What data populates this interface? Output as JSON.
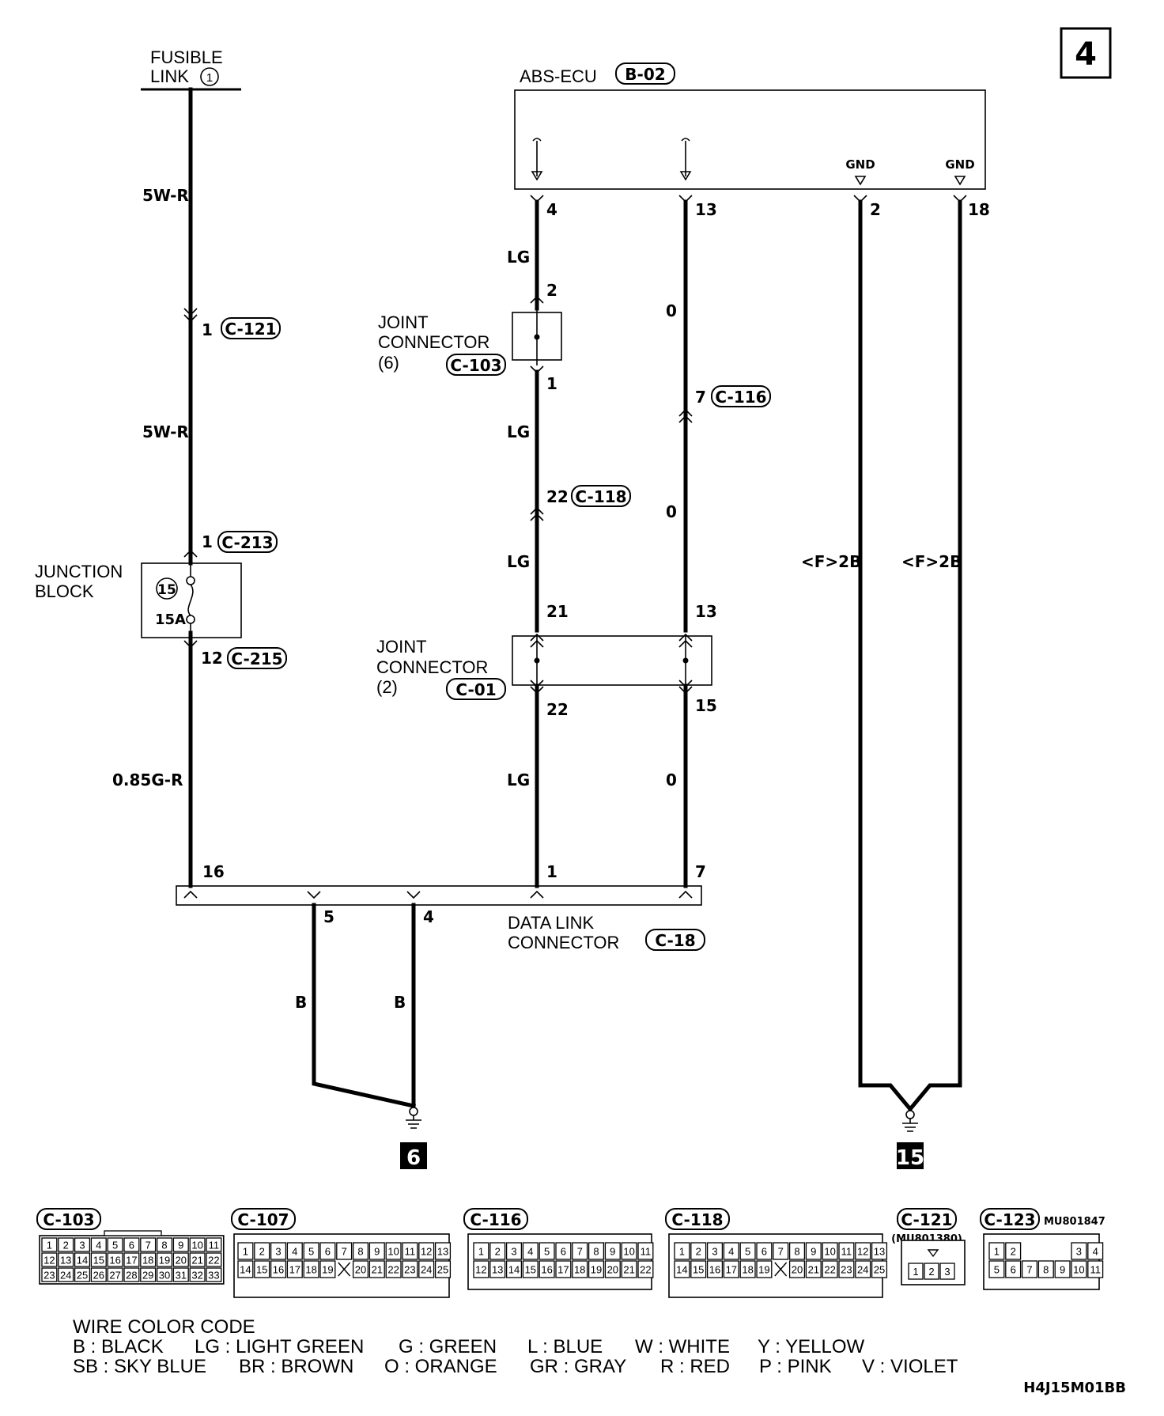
{
  "page_number": "4",
  "doc_code": "H4J15M01BB",
  "fusible_link": {
    "line1": "FUSIBLE",
    "line2": "LINK",
    "num": "1"
  },
  "abs_ecu": {
    "label": "ABS-ECU",
    "conn": "B-02",
    "gnd1": "GND",
    "gnd2": "GND",
    "pins": [
      "4",
      "13",
      "2",
      "18"
    ]
  },
  "left_wire": {
    "w1": "5W-R",
    "c121_pin": "1",
    "c121": "C-121",
    "w2": "5W-R",
    "c213_pin": "1",
    "c213": "C-213",
    "jb_line1": "JUNCTION",
    "jb_line2": "BLOCK",
    "fuse_num": "15",
    "fuse_amp": "15A",
    "c215_pin": "12",
    "c215": "C-215",
    "w3": "0.85G-R",
    "dlc_pin": "16"
  },
  "lg_wire": {
    "w1": "LG",
    "jc6_top_pin": "2",
    "jc6_line1": "JOINT",
    "jc6_line2": "CONNECTOR",
    "jc6_num": "(6)",
    "jc6_conn": "C-103",
    "jc6_bot_pin": "1",
    "w2": "LG",
    "c118_pin": "22",
    "c118": "C-118",
    "w3": "LG",
    "jc2_top_pin": "21",
    "jc2_line1": "JOINT",
    "jc2_line2": "CONNECTOR",
    "jc2_num": "(2)",
    "jc2_conn": "C-01",
    "jc2_bot_pin": "22",
    "w4": "LG",
    "dlc_pin": "1"
  },
  "o_wire": {
    "w1": "0",
    "c116_pin": "7",
    "c116": "C-116",
    "w2": "0",
    "jc2_top_pin": "13",
    "jc2_bot_pin": "15",
    "w3": "0",
    "dlc_pin": "7"
  },
  "gnd_wires": {
    "ref1": "<F>2B",
    "ref2": "<F>2B",
    "ground_num": "15"
  },
  "dlc": {
    "line1": "DATA LINK",
    "line2": "CONNECTOR",
    "conn": "C-18",
    "pin5": "5",
    "pin4": "4",
    "w5": "B",
    "w4": "B",
    "ground_num": "6"
  },
  "connector_views": {
    "c103": {
      "label": "C-103",
      "rows": [
        [
          "1",
          "2",
          "3",
          "4",
          "5",
          "6",
          "7",
          "8",
          "9",
          "10",
          "11"
        ],
        [
          "12",
          "13",
          "14",
          "15",
          "16",
          "17",
          "18",
          "19",
          "20",
          "21",
          "22"
        ],
        [
          "23",
          "24",
          "25",
          "26",
          "27",
          "28",
          "29",
          "30",
          "31",
          "32",
          "33"
        ]
      ]
    },
    "c107": {
      "label": "C-107",
      "rows": [
        [
          "1",
          "2",
          "3",
          "4",
          "5",
          "6",
          "7",
          "8",
          "9",
          "10",
          "11",
          "12",
          "13"
        ],
        [
          "14",
          "15",
          "16",
          "17",
          "18",
          "19",
          "",
          "20",
          "21",
          "22",
          "23",
          "24",
          "25"
        ]
      ]
    },
    "c116": {
      "label": "C-116",
      "rows": [
        [
          "1",
          "2",
          "3",
          "4",
          "5",
          "6",
          "7",
          "8",
          "9",
          "10",
          "11"
        ],
        [
          "12",
          "13",
          "14",
          "15",
          "16",
          "17",
          "18",
          "19",
          "20",
          "21",
          "22"
        ]
      ]
    },
    "c118": {
      "label": "C-118",
      "rows": [
        [
          "1",
          "2",
          "3",
          "4",
          "5",
          "6",
          "7",
          "8",
          "9",
          "10",
          "11",
          "12",
          "13"
        ],
        [
          "14",
          "15",
          "16",
          "17",
          "18",
          "19",
          "",
          "20",
          "21",
          "22",
          "23",
          "24",
          "25"
        ]
      ]
    },
    "c121": {
      "label": "C-121",
      "part": "(MU801380)",
      "rows": [
        [
          "1",
          "2",
          "3"
        ]
      ]
    },
    "c123": {
      "label": "C-123",
      "part": "MU801847",
      "rows": [
        [
          "1",
          "2",
          "",
          "",
          "",
          "3",
          "4"
        ],
        [
          "5",
          "6",
          "7",
          "8",
          "9",
          "10",
          "11"
        ]
      ]
    }
  },
  "legend": {
    "title": "WIRE COLOR CODE",
    "row1": [
      "B : BLACK",
      "LG : LIGHT GREEN",
      "G : GREEN",
      "L : BLUE",
      "W : WHITE",
      "Y : YELLOW"
    ],
    "row2": [
      "SB : SKY BLUE",
      "BR : BROWN",
      "O : ORANGE",
      "GR : GRAY",
      "R : RED",
      "P : PINK",
      "V : VIOLET"
    ]
  }
}
